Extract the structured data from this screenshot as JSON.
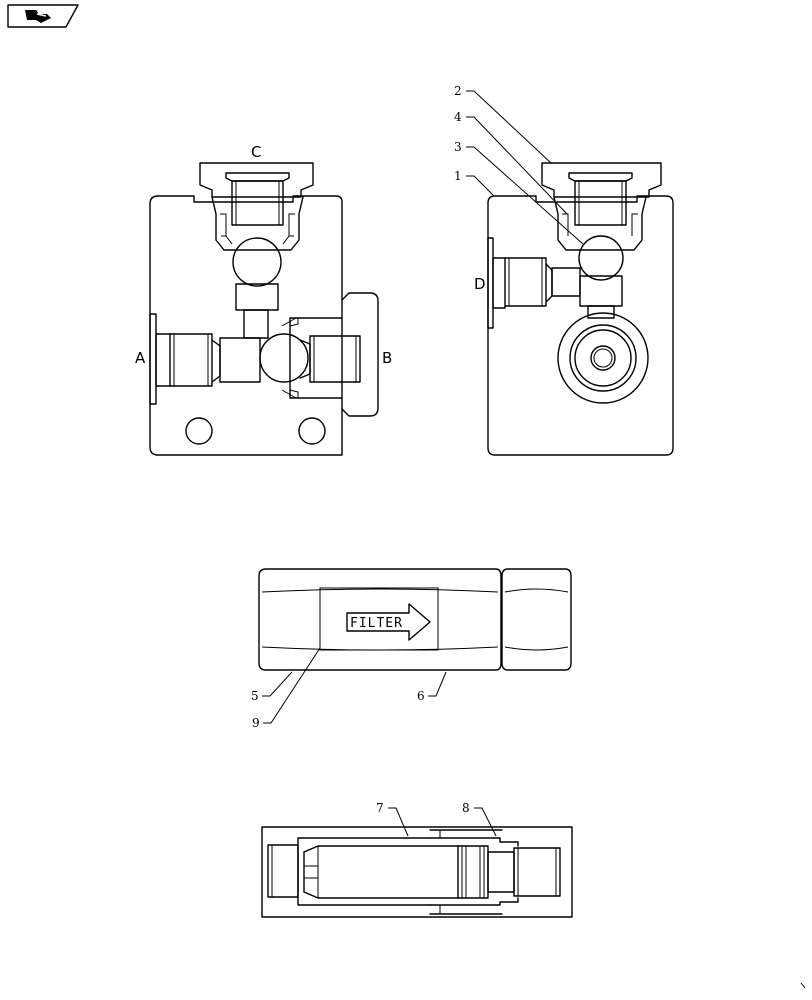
{
  "nav_icon": "book-page-icon",
  "ports": {
    "a": "A",
    "b": "B",
    "c": "C",
    "d": "D"
  },
  "callouts": {
    "c1": "1",
    "c2": "2",
    "c3": "3",
    "c4": "4",
    "c5": "5",
    "c6": "6",
    "c7": "7",
    "c8": "8",
    "c9": "9"
  },
  "filter_stamp": "FILTER"
}
